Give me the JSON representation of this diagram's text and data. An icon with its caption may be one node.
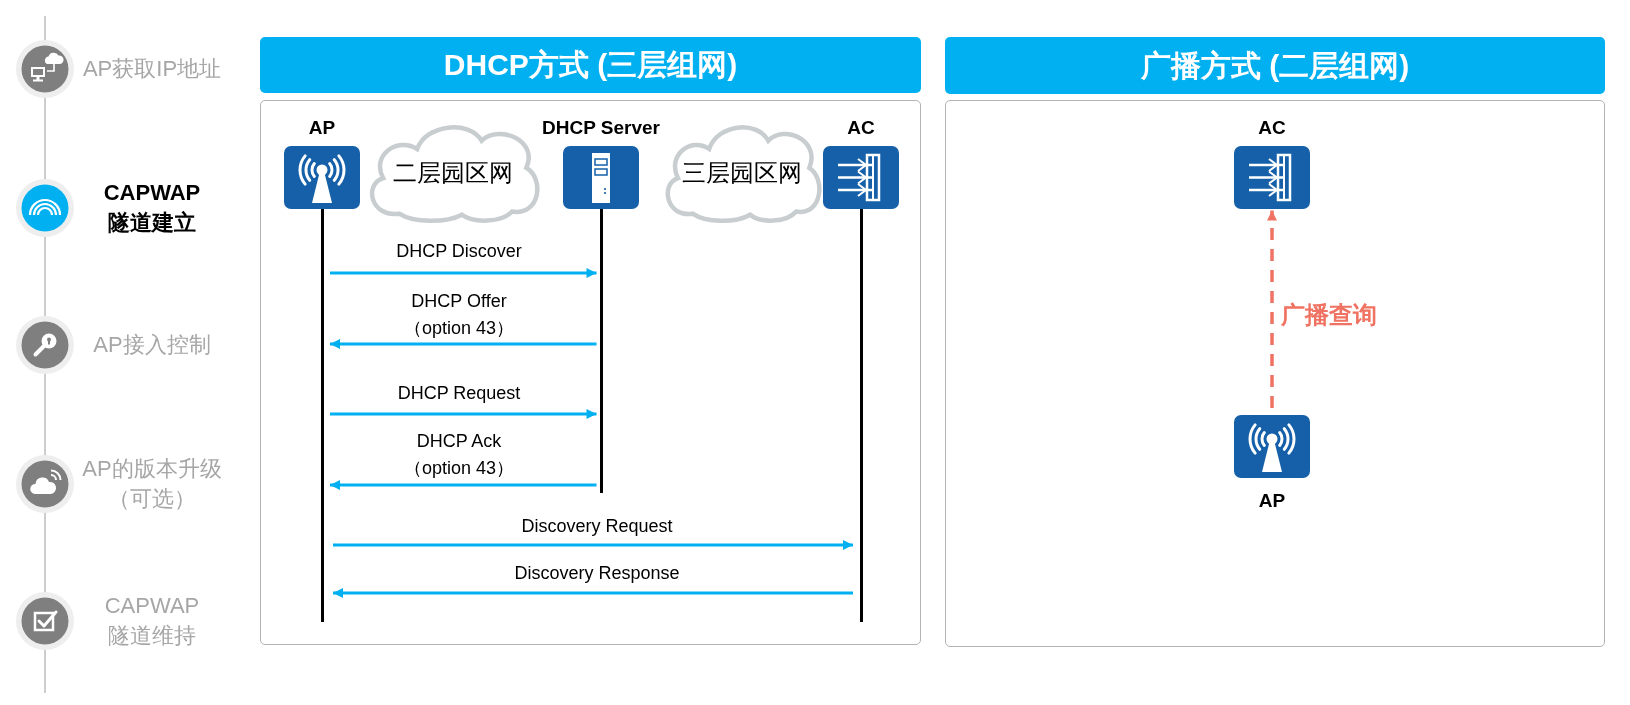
{
  "diagram": {
    "nodes": [
      {
        "text": [
          "DHCP方式 (三层组网)"
        ]
      },
      {
        "text": [
          "AP"
        ],
        "in": 0
      },
      {
        "text": [
          "二层园区网"
        ],
        "in": 0
      },
      {
        "text": [
          "DHCP Server"
        ],
        "in": 0
      },
      {
        "text": [
          "三层园区网"
        ],
        "in": 0
      },
      {
        "text": [
          "AC"
        ],
        "in": 0
      },
      {
        "text": [
          "广播方式 (二层组网)"
        ]
      },
      {
        "text": [
          "AC"
        ],
        "in": 6
      },
      {
        "text": [
          "AP"
        ],
        "in": 6
      }
    ],
    "edges": [
      {
        "from": 1,
        "to": 3,
        "arrow": "to",
        "label": "DHCP Discover"
      },
      {
        "from": 3,
        "to": 1,
        "arrow": "to",
        "label": "DHCP Offer （option 43）"
      },
      {
        "from": 1,
        "to": 3,
        "arrow": "to",
        "label": "DHCP Request"
      },
      {
        "from": 3,
        "to": 1,
        "arrow": "to",
        "label": "DHCP Ack （option 43）"
      },
      {
        "from": 1,
        "to": 5,
        "arrow": "to",
        "label": "Discovery Request"
      },
      {
        "from": 5,
        "to": 1,
        "arrow": "to",
        "label": "Discovery Response"
      },
      {
        "from": 8,
        "to": 7,
        "arrow": "to",
        "label": "广播查询",
        "style": "dashed",
        "color": "#f07262"
      }
    ],
    "labels": [
      "AP获取IP地址",
      "CAPWAP隧道建立",
      "AP接入控制",
      "AP的版本升级（可选）",
      "CAPWAP隧道维持"
    ]
  }
}
